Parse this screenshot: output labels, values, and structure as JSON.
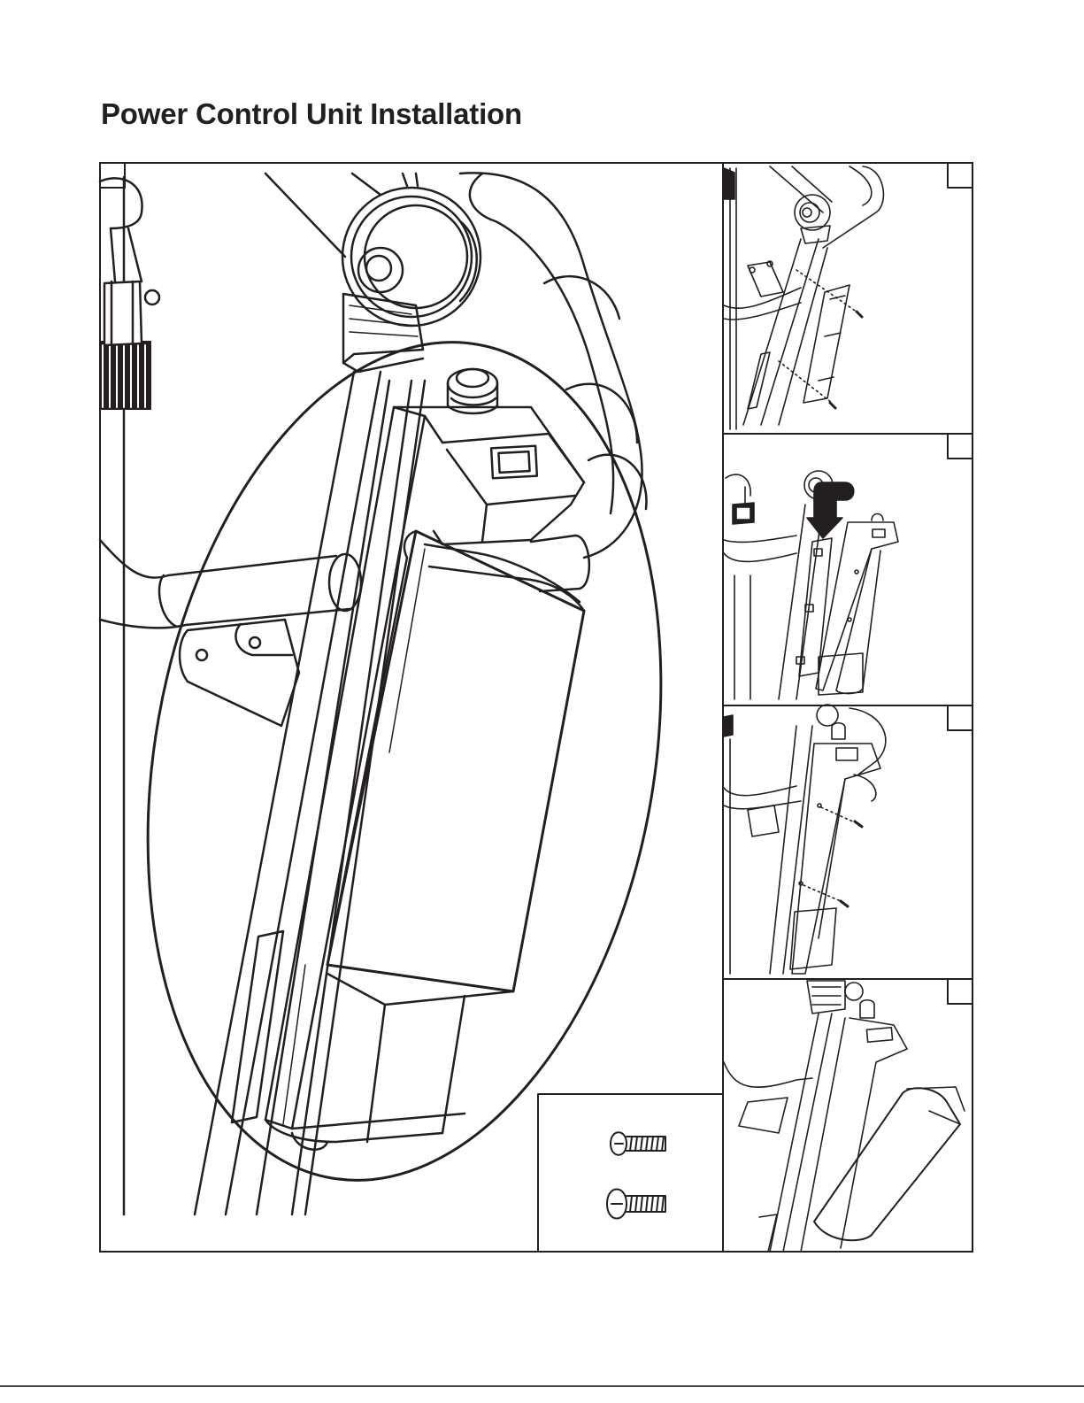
{
  "page": {
    "title": "Power Control Unit Installation"
  },
  "figure": {
    "main_view": "power-control-unit-mounted-view",
    "inset_parts": [
      "machine-screw",
      "machine-screw"
    ],
    "steps": [
      "bracket-attach",
      "unit-slide-on",
      "unit-screw-fasten",
      "cover-open"
    ]
  },
  "colors": {
    "ink": "#231f20",
    "paper": "#ffffff"
  }
}
